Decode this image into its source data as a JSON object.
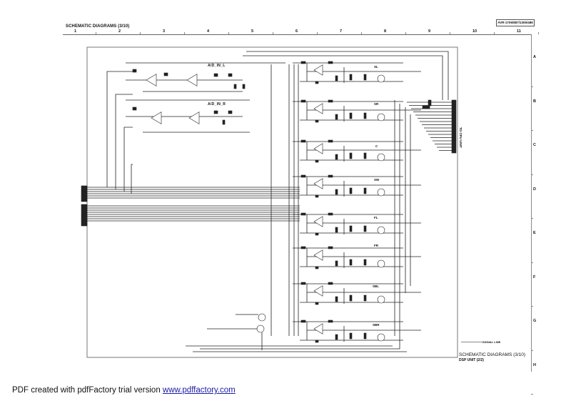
{
  "document": {
    "header_title": "SCHEMATIC DIAGRAMS (3/10)",
    "model_label": "AVR-1706/887/1306/486",
    "column_numbers": [
      "1",
      "2",
      "3",
      "4",
      "5",
      "6",
      "7",
      "8",
      "9",
      "10",
      "11"
    ],
    "row_letters": [
      "A",
      "B",
      "C",
      "D",
      "E",
      "F",
      "G",
      "H"
    ]
  },
  "schematic": {
    "converter_labels": [
      "A/D_IN_L",
      "A/D_IN_R"
    ],
    "channel_labels": [
      "SL",
      "SR",
      "C",
      "SW",
      "FL",
      "FR",
      "SBL",
      "SBR"
    ],
    "connector_label": "TO CPU UNIT",
    "legend": {
      "signal_line": "SIGNAL LINE"
    }
  },
  "footer_block": {
    "title": "SCHEMATIC DIAGRAMS (3/10)",
    "subtitle": "DSP UNIT (2/2)"
  },
  "pdf_footer": {
    "text": "PDF created with pdfFactory trial version ",
    "link_text": "www.pdffactory.com"
  }
}
